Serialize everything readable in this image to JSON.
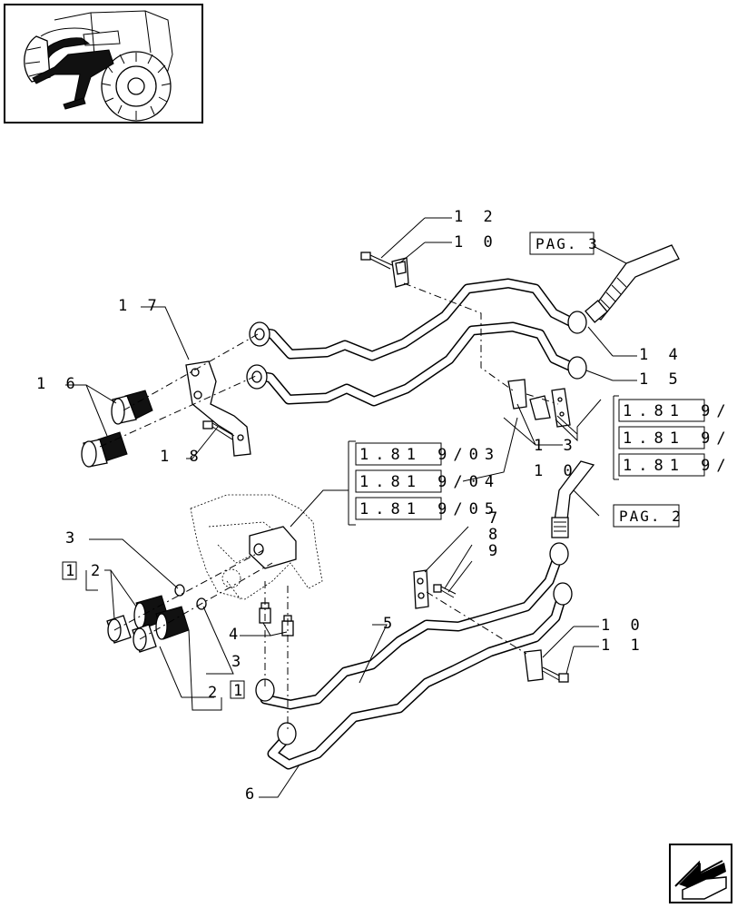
{
  "callouts": {
    "c12": "1 2",
    "c10_top": "1 0",
    "c17": "1 7",
    "c16": "1 6",
    "c18": "1 8",
    "c14": "1 4",
    "c15": "1 5",
    "c13": "1 3",
    "c10_mid": "1 0",
    "c7": "7",
    "c8": "8",
    "c9": "9",
    "c10_low": "1 0",
    "c11": "1 1",
    "c3_top": "3",
    "c3_bot": "3",
    "c1_top": "1",
    "c2_top": "2",
    "c2_bot": "2",
    "c1_bot": "1",
    "c4": "4",
    "c5": "5",
    "c6": "6"
  },
  "page_refs": {
    "pag3": "PAG. 3",
    "pag2": "PAG. 2"
  },
  "ref_group_left": [
    "1.81 9/03",
    "1.81 9/04",
    "1.81 9/05"
  ],
  "ref_group_right": [
    "1.81 9/",
    "1.81 9/",
    "1.81 9/"
  ],
  "icons": {
    "thumbnail": "tractor-location-thumbnail",
    "nav": "next-page-arrow-icon"
  }
}
